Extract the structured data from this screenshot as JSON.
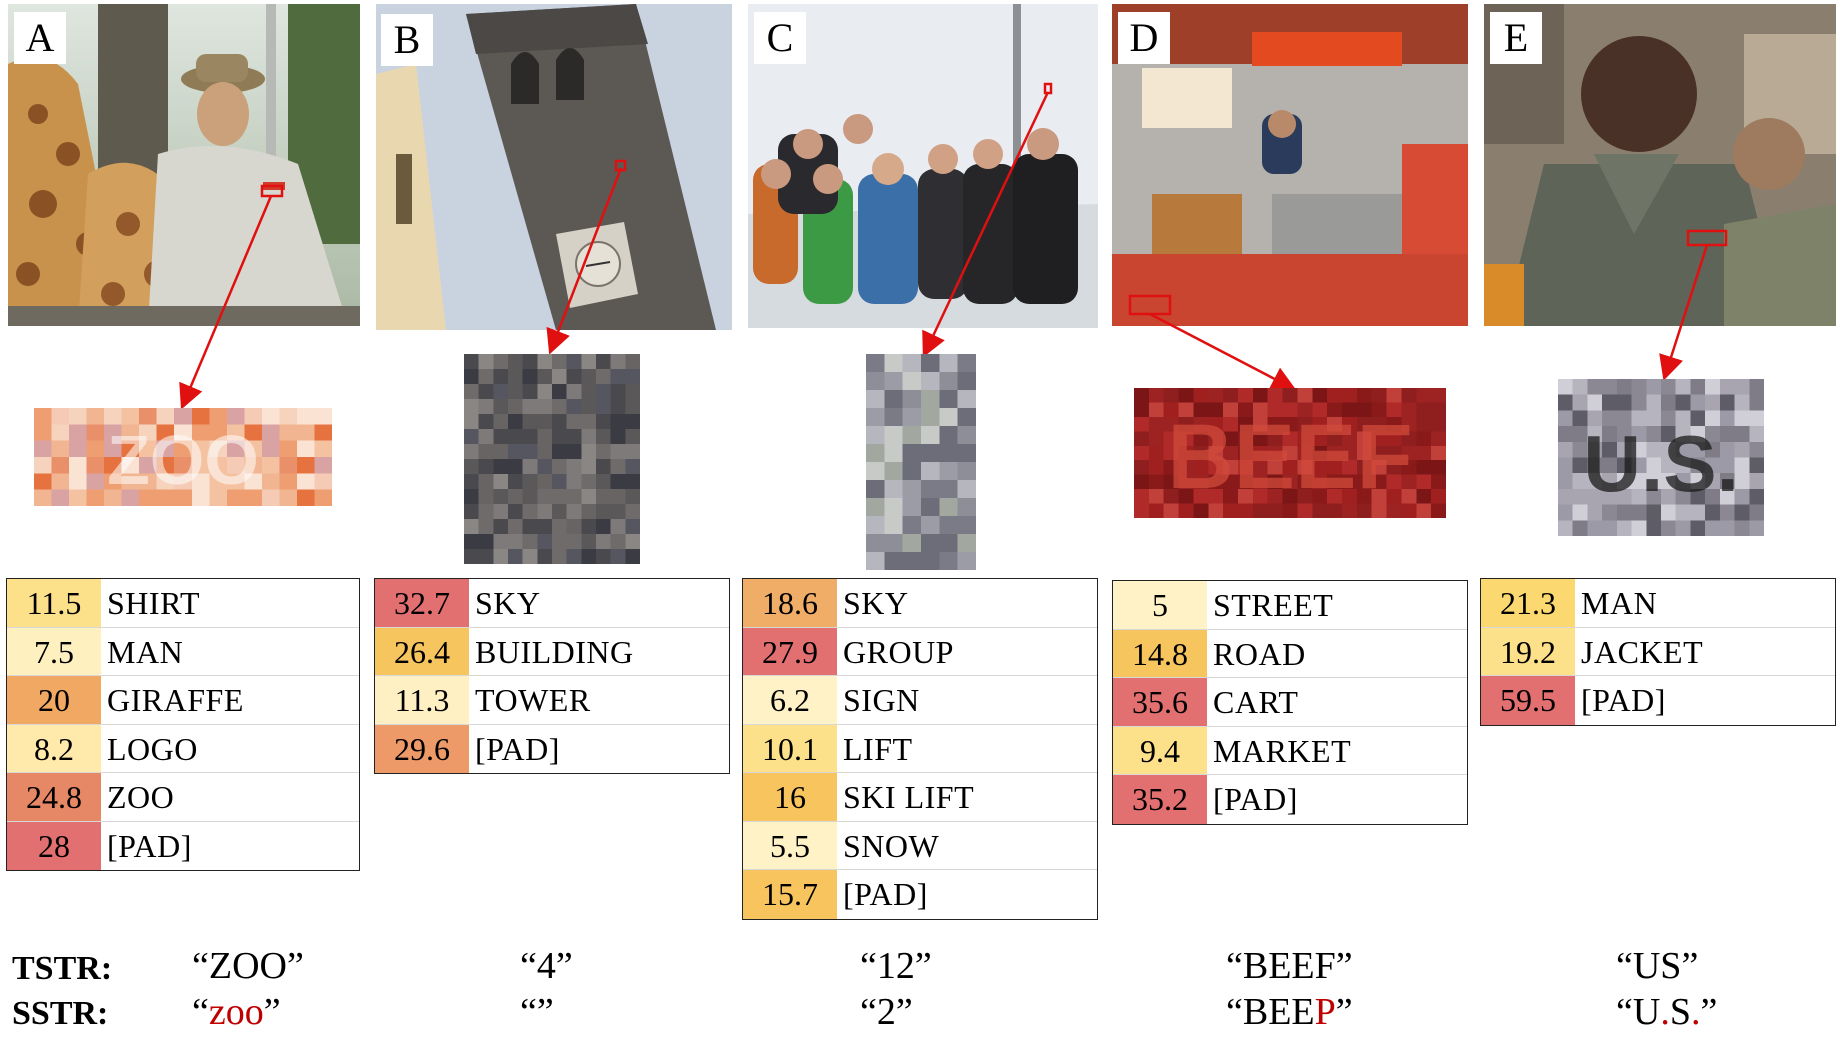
{
  "panels": [
    {
      "letter": "A",
      "tokens": [
        {
          "score": "11.5",
          "label": "SHIRT",
          "color": "#fde08a"
        },
        {
          "score": "7.5",
          "label": "MAN",
          "color": "#fff0bf"
        },
        {
          "score": "20",
          "label": "GIRAFFE",
          "color": "#f0a863"
        },
        {
          "score": "8.2",
          "label": "LOGO",
          "color": "#ffe9ab"
        },
        {
          "score": "24.8",
          "label": "ZOO",
          "color": "#e68766"
        },
        {
          "score": "28",
          "label": "[PAD]",
          "color": "#e37070"
        }
      ],
      "tstr": "“ZOO”",
      "sstr_parts": [
        {
          "t": "“",
          "red": false
        },
        {
          "t": "zoo",
          "red": true
        },
        {
          "t": "”",
          "red": false
        }
      ]
    },
    {
      "letter": "B",
      "tokens": [
        {
          "score": "32.7",
          "label": "SKY",
          "color": "#e37070"
        },
        {
          "score": "26.4",
          "label": "BUILDING",
          "color": "#f7c55e"
        },
        {
          "score": "11.3",
          "label": "TOWER",
          "color": "#fff0c4"
        },
        {
          "score": "29.6",
          "label": "[PAD]",
          "color": "#ee9a68"
        }
      ],
      "tstr": "“4”",
      "sstr_parts": [
        {
          "t": "“”",
          "red": false
        }
      ]
    },
    {
      "letter": "C",
      "tokens": [
        {
          "score": "18.6",
          "label": "SKY",
          "color": "#f0ad68"
        },
        {
          "score": "27.9",
          "label": "GROUP",
          "color": "#e37070"
        },
        {
          "score": "6.2",
          "label": "SIGN",
          "color": "#fff2c6"
        },
        {
          "score": "10.1",
          "label": "LIFT",
          "color": "#fde08a"
        },
        {
          "score": "16",
          "label": "SKI LIFT",
          "color": "#f7c45e"
        },
        {
          "score": "5.5",
          "label": "SNOW",
          "color": "#fff2c6"
        },
        {
          "score": "15.7",
          "label": "[PAD]",
          "color": "#f7c45e"
        }
      ],
      "tstr": "“12”",
      "sstr_parts": [
        {
          "t": "“2”",
          "red": false
        }
      ]
    },
    {
      "letter": "D",
      "tokens": [
        {
          "score": "5",
          "label": "STREET",
          "color": "#fff2c6"
        },
        {
          "score": "14.8",
          "label": "ROAD",
          "color": "#f7c55e"
        },
        {
          "score": "35.6",
          "label": "CART",
          "color": "#e37070"
        },
        {
          "score": "9.4",
          "label": "MARKET",
          "color": "#fde08a"
        },
        {
          "score": "35.2",
          "label": "[PAD]",
          "color": "#e37070"
        }
      ],
      "tstr": "“BEEF”",
      "sstr_parts": [
        {
          "t": "“BEE",
          "red": false
        },
        {
          "t": "P",
          "red": true
        },
        {
          "t": "”",
          "red": false
        }
      ]
    },
    {
      "letter": "E",
      "tokens": [
        {
          "score": "21.3",
          "label": "MAN",
          "color": "#fcd970"
        },
        {
          "score": "19.2",
          "label": "JACKET",
          "color": "#fde08a"
        },
        {
          "score": "59.5",
          "label": "[PAD]",
          "color": "#e37070"
        }
      ],
      "tstr": "“US”",
      "sstr_parts": [
        {
          "t": "“U",
          "red": false
        },
        {
          "t": ".",
          "red": true
        },
        {
          "t": "S",
          "red": false
        },
        {
          "t": ".",
          "red": true
        },
        {
          "t": "”",
          "red": false
        }
      ]
    }
  ],
  "row_labels": {
    "tstr": "TSTR:",
    "sstr": "SSTR:"
  },
  "crop_text": {
    "A": "ZOO",
    "D": "BEEF",
    "E": "U.S."
  },
  "colors": {
    "arrow": "#e01010",
    "box": "#e01010"
  }
}
